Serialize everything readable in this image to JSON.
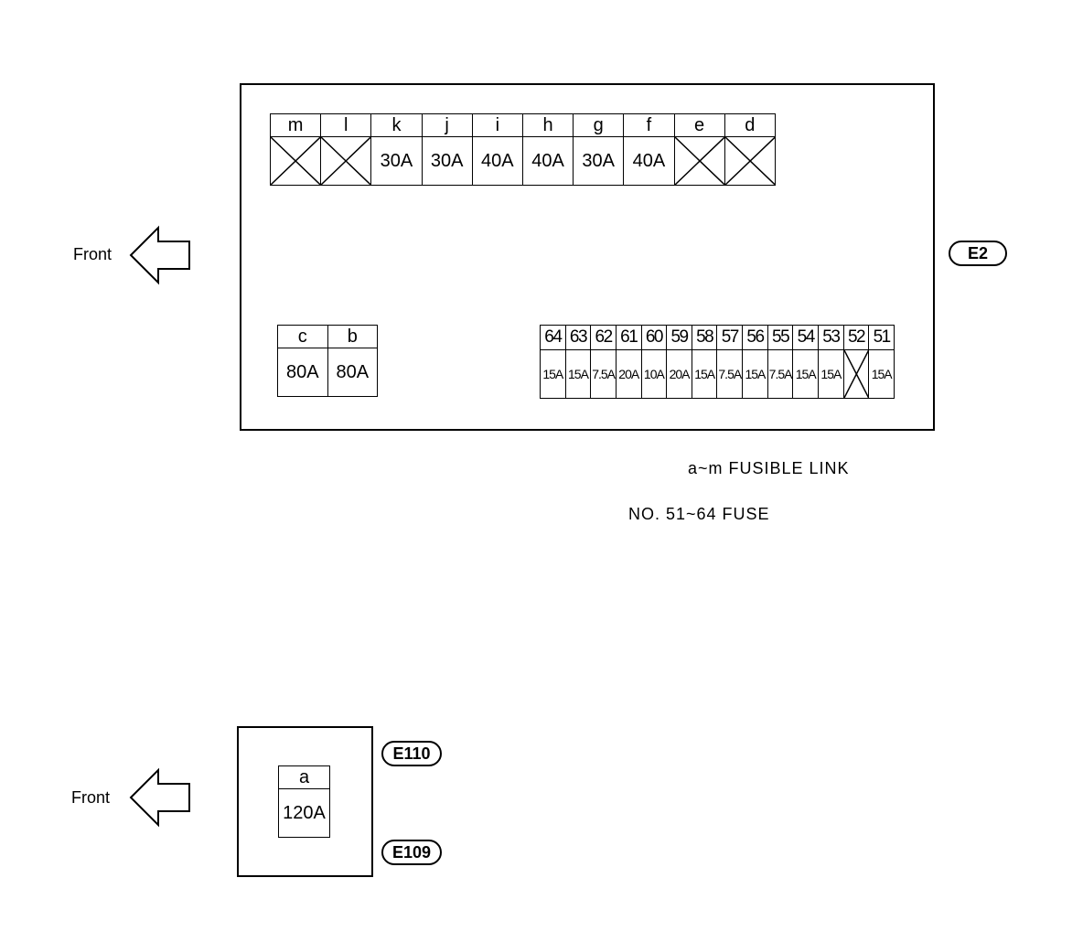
{
  "top_panel": {
    "front_label": "Front",
    "connector": "E2",
    "links": [
      {
        "label": "m",
        "value": ""
      },
      {
        "label": "l",
        "value": ""
      },
      {
        "label": "k",
        "value": "30A"
      },
      {
        "label": "j",
        "value": "30A"
      },
      {
        "label": "i",
        "value": "40A"
      },
      {
        "label": "h",
        "value": "40A"
      },
      {
        "label": "g",
        "value": "30A"
      },
      {
        "label": "f",
        "value": "40A"
      },
      {
        "label": "e",
        "value": ""
      },
      {
        "label": "d",
        "value": ""
      }
    ],
    "big_links": [
      {
        "label": "c",
        "value": "80A"
      },
      {
        "label": "b",
        "value": "80A"
      }
    ],
    "fuses": [
      {
        "label": "64",
        "value": "15A"
      },
      {
        "label": "63",
        "value": "15A"
      },
      {
        "label": "62",
        "value": "7.5A"
      },
      {
        "label": "61",
        "value": "20A"
      },
      {
        "label": "60",
        "value": "10A"
      },
      {
        "label": "59",
        "value": "20A"
      },
      {
        "label": "58",
        "value": "15A"
      },
      {
        "label": "57",
        "value": "7.5A"
      },
      {
        "label": "56",
        "value": "15A"
      },
      {
        "label": "55",
        "value": "7.5A"
      },
      {
        "label": "54",
        "value": "15A"
      },
      {
        "label": "53",
        "value": "15A"
      },
      {
        "label": "52",
        "value": ""
      },
      {
        "label": "51",
        "value": "15A"
      }
    ]
  },
  "legend": {
    "line1": "a~m FUSIBLE LINK",
    "line2": "NO. 51~64 FUSE"
  },
  "bottom_panel": {
    "front_label": "Front",
    "connector_top": "E110",
    "connector_bottom": "E109",
    "link": {
      "label": "a",
      "value": "120A"
    }
  }
}
